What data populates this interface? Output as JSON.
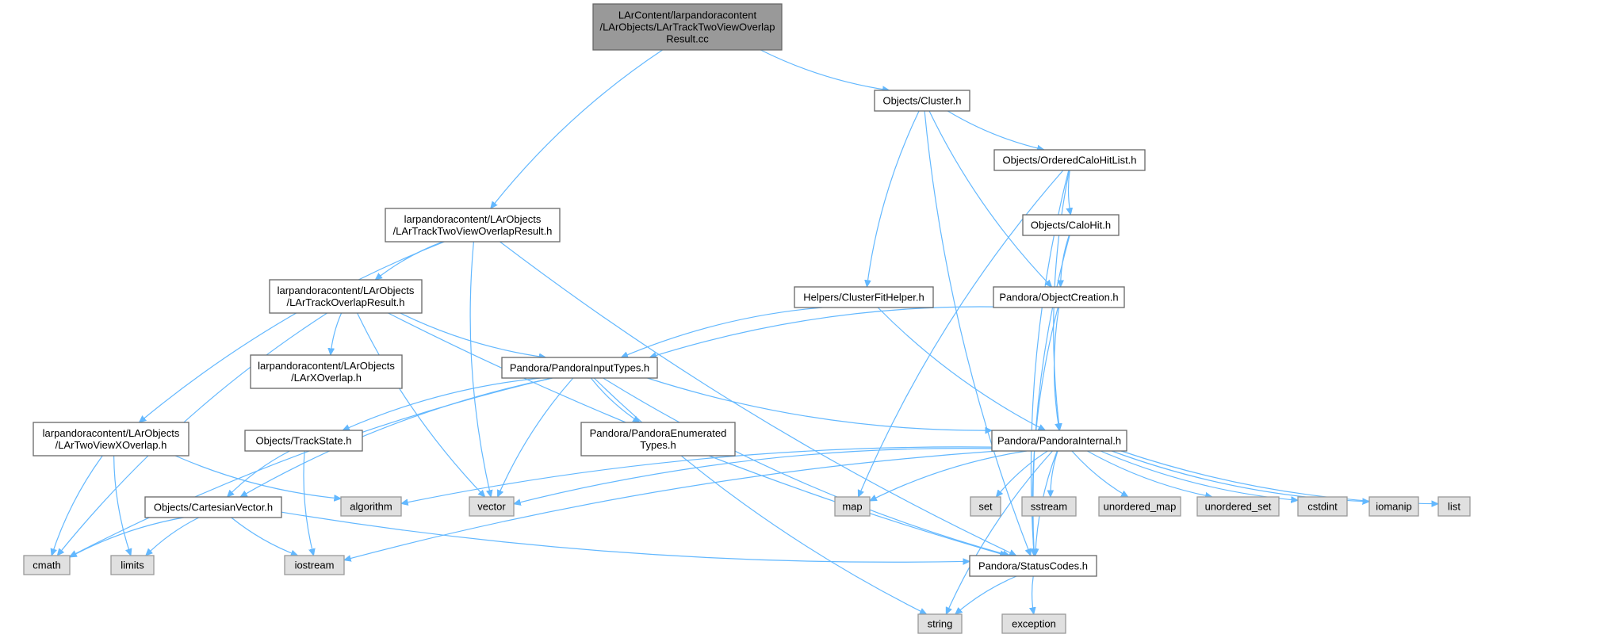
{
  "diagram": {
    "title": "",
    "colors": {
      "edge": "#63b8ff",
      "main_node": "#999999",
      "local_node": "#ffffff",
      "system_node": "#e0e0e0"
    },
    "nodes": [
      {
        "id": "root",
        "lines": [
          "LArContent/larpandoracontent",
          "/LArObjects/LArTrackTwoViewOverlap",
          "Result.cc"
        ],
        "kind": "main"
      },
      {
        "id": "cluster",
        "lines": [
          "Objects/Cluster.h"
        ],
        "kind": "local"
      },
      {
        "id": "orderedcalohitlist",
        "lines": [
          "Objects/OrderedCaloHitList.h"
        ],
        "kind": "local"
      },
      {
        "id": "calohit",
        "lines": [
          "Objects/CaloHit.h"
        ],
        "kind": "local"
      },
      {
        "id": "twoviewoverlapresult",
        "lines": [
          "larpandoracontent/LArObjects",
          "/LArTrackTwoViewOverlapResult.h"
        ],
        "kind": "local"
      },
      {
        "id": "trackoverlapresult",
        "lines": [
          "larpandoracontent/LArObjects",
          "/LArTrackOverlapResult.h"
        ],
        "kind": "local"
      },
      {
        "id": "clusterfithelper",
        "lines": [
          "Helpers/ClusterFitHelper.h"
        ],
        "kind": "local"
      },
      {
        "id": "objectcreation",
        "lines": [
          "Pandora/ObjectCreation.h"
        ],
        "kind": "local"
      },
      {
        "id": "xoverlap",
        "lines": [
          "larpandoracontent/LArObjects",
          "/LArXOverlap.h"
        ],
        "kind": "local"
      },
      {
        "id": "inputtypes",
        "lines": [
          "Pandora/PandoraInputTypes.h"
        ],
        "kind": "local"
      },
      {
        "id": "twoviewxoverlap",
        "lines": [
          "larpandoracontent/LArObjects",
          "/LArTwoViewXOverlap.h"
        ],
        "kind": "local"
      },
      {
        "id": "trackstate",
        "lines": [
          "Objects/TrackState.h"
        ],
        "kind": "local"
      },
      {
        "id": "enumeratedtypes",
        "lines": [
          "Pandora/PandoraEnumerated",
          "Types.h"
        ],
        "kind": "local"
      },
      {
        "id": "pandorainternal",
        "lines": [
          "Pandora/PandoraInternal.h"
        ],
        "kind": "local"
      },
      {
        "id": "cartesianvector",
        "lines": [
          "Objects/CartesianVector.h"
        ],
        "kind": "local"
      },
      {
        "id": "statuscodes",
        "lines": [
          "Pandora/StatusCodes.h"
        ],
        "kind": "local"
      },
      {
        "id": "algorithm",
        "lines": [
          "algorithm"
        ],
        "kind": "sys"
      },
      {
        "id": "vector",
        "lines": [
          "vector"
        ],
        "kind": "sys"
      },
      {
        "id": "map",
        "lines": [
          "map"
        ],
        "kind": "sys"
      },
      {
        "id": "set",
        "lines": [
          "set"
        ],
        "kind": "sys"
      },
      {
        "id": "sstream",
        "lines": [
          "sstream"
        ],
        "kind": "sys"
      },
      {
        "id": "unordered_map",
        "lines": [
          "unordered_map"
        ],
        "kind": "sys"
      },
      {
        "id": "unordered_set",
        "lines": [
          "unordered_set"
        ],
        "kind": "sys"
      },
      {
        "id": "cstdint",
        "lines": [
          "cstdint"
        ],
        "kind": "sys"
      },
      {
        "id": "iomanip",
        "lines": [
          "iomanip"
        ],
        "kind": "sys"
      },
      {
        "id": "list",
        "lines": [
          "list"
        ],
        "kind": "sys"
      },
      {
        "id": "cmath",
        "lines": [
          "cmath"
        ],
        "kind": "sys"
      },
      {
        "id": "limits",
        "lines": [
          "limits"
        ],
        "kind": "sys"
      },
      {
        "id": "iostream",
        "lines": [
          "iostream"
        ],
        "kind": "sys"
      },
      {
        "id": "string",
        "lines": [
          "string"
        ],
        "kind": "sys"
      },
      {
        "id": "exception",
        "lines": [
          "exception"
        ],
        "kind": "sys"
      }
    ],
    "edges": [
      [
        "root",
        "cluster"
      ],
      [
        "root",
        "twoviewoverlapresult"
      ],
      [
        "cluster",
        "orderedcalohitlist"
      ],
      [
        "cluster",
        "clusterfithelper"
      ],
      [
        "cluster",
        "objectcreation"
      ],
      [
        "cluster",
        "statuscodes"
      ],
      [
        "orderedcalohitlist",
        "calohit"
      ],
      [
        "orderedcalohitlist",
        "map"
      ],
      [
        "orderedcalohitlist",
        "pandorainternal"
      ],
      [
        "orderedcalohitlist",
        "statuscodes"
      ],
      [
        "calohit",
        "objectcreation"
      ],
      [
        "calohit",
        "statuscodes"
      ],
      [
        "twoviewoverlapresult",
        "trackoverlapresult"
      ],
      [
        "twoviewoverlapresult",
        "twoviewxoverlap"
      ],
      [
        "twoviewoverlapresult",
        "vector"
      ],
      [
        "twoviewoverlapresult",
        "statuscodes"
      ],
      [
        "trackoverlapresult",
        "xoverlap"
      ],
      [
        "trackoverlapresult",
        "inputtypes"
      ],
      [
        "trackoverlapresult",
        "cmath"
      ],
      [
        "trackoverlapresult",
        "vector"
      ],
      [
        "trackoverlapresult",
        "statuscodes"
      ],
      [
        "clusterfithelper",
        "inputtypes"
      ],
      [
        "clusterfithelper",
        "pandorainternal"
      ],
      [
        "objectcreation",
        "inputtypes"
      ],
      [
        "objectcreation",
        "pandorainternal"
      ],
      [
        "objectcreation",
        "statuscodes"
      ],
      [
        "inputtypes",
        "enumeratedtypes"
      ],
      [
        "inputtypes",
        "pandorainternal"
      ],
      [
        "inputtypes",
        "trackstate"
      ],
      [
        "inputtypes",
        "cartesianvector"
      ],
      [
        "inputtypes",
        "vector"
      ],
      [
        "inputtypes",
        "string"
      ],
      [
        "inputtypes",
        "cmath"
      ],
      [
        "inputtypes",
        "statuscodes"
      ],
      [
        "twoviewxoverlap",
        "cmath"
      ],
      [
        "twoviewxoverlap",
        "limits"
      ],
      [
        "twoviewxoverlap",
        "algorithm"
      ],
      [
        "trackstate",
        "cartesianvector"
      ],
      [
        "trackstate",
        "iostream"
      ],
      [
        "cartesianvector",
        "cmath"
      ],
      [
        "cartesianvector",
        "limits"
      ],
      [
        "cartesianvector",
        "iostream"
      ],
      [
        "cartesianvector",
        "statuscodes"
      ],
      [
        "pandorainternal",
        "algorithm"
      ],
      [
        "pandorainternal",
        "vector"
      ],
      [
        "pandorainternal",
        "map"
      ],
      [
        "pandorainternal",
        "set"
      ],
      [
        "pandorainternal",
        "sstream"
      ],
      [
        "pandorainternal",
        "unordered_map"
      ],
      [
        "pandorainternal",
        "unordered_set"
      ],
      [
        "pandorainternal",
        "cstdint"
      ],
      [
        "pandorainternal",
        "iomanip"
      ],
      [
        "pandorainternal",
        "list"
      ],
      [
        "pandorainternal",
        "iostream"
      ],
      [
        "pandorainternal",
        "string"
      ],
      [
        "pandorainternal",
        "statuscodes"
      ],
      [
        "statuscodes",
        "string"
      ],
      [
        "statuscodes",
        "exception"
      ]
    ]
  }
}
